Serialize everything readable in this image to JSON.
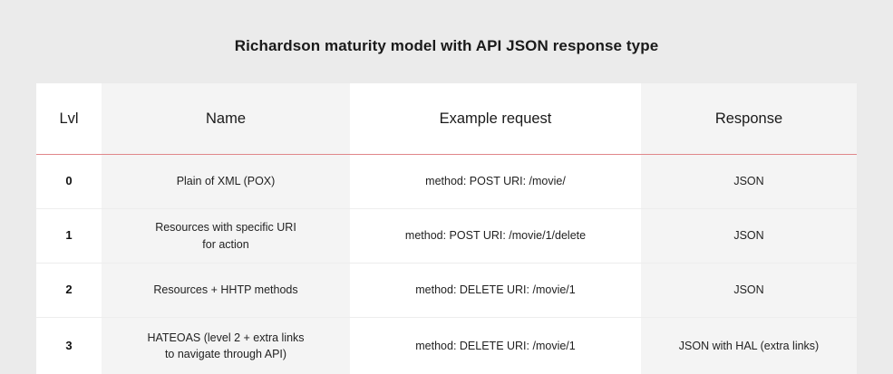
{
  "page": {
    "title": "Richardson maturity model with API JSON response type",
    "background_color": "#ebebeb",
    "accent_rule_color": "#e0868a",
    "stripe_color": "#f4f4f4"
  },
  "table": {
    "headers": {
      "lvl": "Lvl",
      "name": "Name",
      "request": "Example request",
      "response": "Response"
    },
    "rows": [
      {
        "lvl": "0",
        "name_line1": "Plain of XML (POX)",
        "name_line2": "",
        "request": "method: POST URI: /movie/",
        "response": "JSON"
      },
      {
        "lvl": "1",
        "name_line1": "Resources with specific URI",
        "name_line2": "for action",
        "request": "method: POST URI: /movie/1/delete",
        "response": "JSON"
      },
      {
        "lvl": "2",
        "name_line1": "Resources + HHTP methods",
        "name_line2": "",
        "request": "method: DELETE URI: /movie/1",
        "response": "JSON"
      },
      {
        "lvl": "3",
        "name_line1": "HATEOAS (level 2 + extra links",
        "name_line2": "to navigate through API)",
        "request": "method: DELETE URI: /movie/1",
        "response": "JSON with HAL (extra links)"
      }
    ]
  }
}
